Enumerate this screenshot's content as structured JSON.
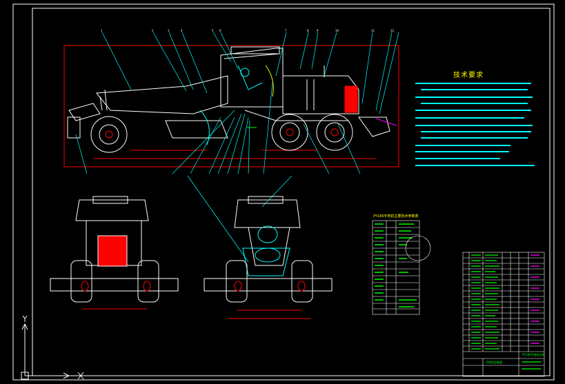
{
  "drawing": {
    "tech_requirements_title": "技术要求",
    "spec_table_title": "PY180平地机主要技术参数表",
    "title_block": {
      "name_cell": "平地机总装图",
      "drawing_no": "PY180平地机总装"
    },
    "colors": {
      "background": "#000000",
      "frame": "#ffffff",
      "cyan": "#00ffff",
      "red": "#ff0000",
      "green": "#00ff00",
      "yellow": "#ffff00",
      "magenta": "#ff00ff"
    },
    "balloon_numbers_top": [
      "1",
      "2",
      "3",
      "4",
      "5",
      "6",
      "7",
      "8",
      "9",
      "10",
      "11",
      "12"
    ],
    "ucs_icon": "ucs-axis-icon"
  }
}
